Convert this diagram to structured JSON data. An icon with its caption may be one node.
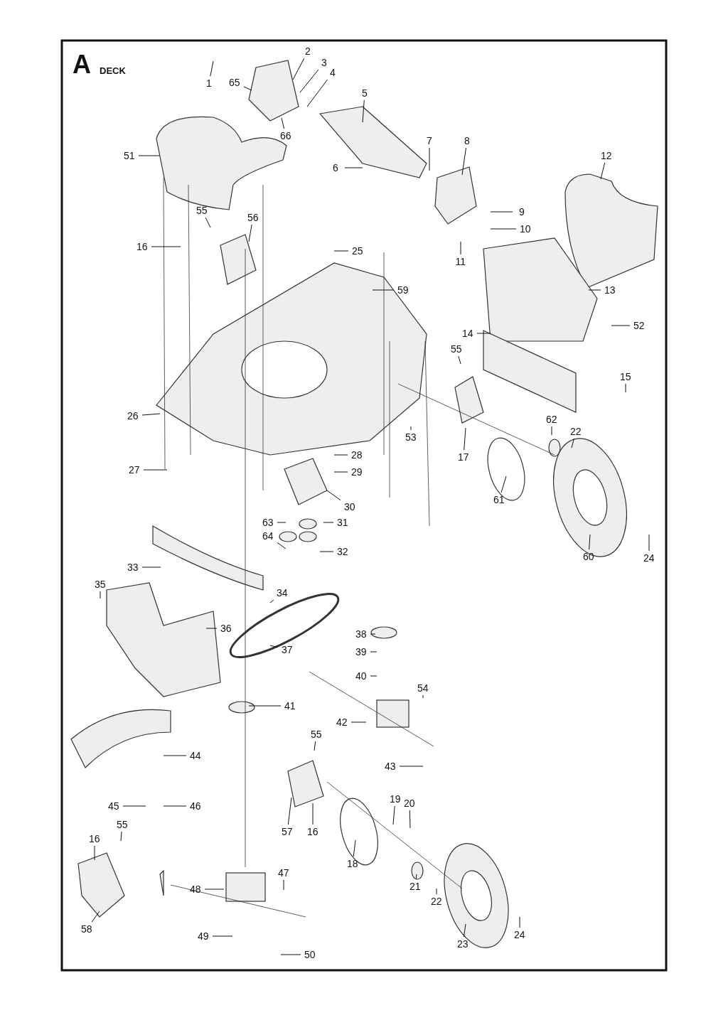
{
  "diagram": {
    "title": "DECK",
    "labels": [
      "A"
    ],
    "nodes": [
      {
        "text": [
          "2"
        ]
      },
      {
        "text": [
          "3"
        ]
      },
      {
        "text": [
          "4"
        ]
      },
      {
        "text": [
          "65"
        ]
      },
      {
        "text": [
          "1"
        ]
      },
      {
        "text": [
          "5"
        ]
      },
      {
        "text": [
          "66"
        ]
      },
      {
        "text": [
          "7"
        ]
      },
      {
        "text": [
          "8"
        ]
      },
      {
        "text": [
          "51"
        ]
      },
      {
        "text": [
          "12"
        ]
      },
      {
        "text": [
          "6"
        ]
      },
      {
        "text": [
          "55"
        ]
      },
      {
        "text": [
          "9"
        ]
      },
      {
        "text": [
          "56"
        ]
      },
      {
        "text": [
          "10"
        ]
      },
      {
        "text": [
          "16"
        ]
      },
      {
        "text": [
          "25"
        ]
      },
      {
        "text": [
          "11"
        ]
      },
      {
        "text": [
          "59"
        ]
      },
      {
        "text": [
          "13"
        ]
      },
      {
        "text": [
          "52"
        ]
      },
      {
        "text": [
          "14"
        ]
      },
      {
        "text": [
          "55"
        ]
      },
      {
        "text": [
          "15"
        ]
      },
      {
        "text": [
          "26"
        ]
      },
      {
        "text": [
          "62"
        ]
      },
      {
        "text": [
          "22"
        ]
      },
      {
        "text": [
          "53"
        ]
      },
      {
        "text": [
          "28"
        ]
      },
      {
        "text": [
          "17"
        ]
      },
      {
        "text": [
          "29"
        ]
      },
      {
        "text": [
          "27"
        ]
      },
      {
        "text": [
          "61"
        ]
      },
      {
        "text": [
          "30"
        ]
      },
      {
        "text": [
          "63"
        ]
      },
      {
        "text": [
          "31"
        ]
      },
      {
        "text": [
          "64"
        ]
      },
      {
        "text": [
          "32"
        ]
      },
      {
        "text": [
          "60"
        ]
      },
      {
        "text": [
          "24"
        ]
      },
      {
        "text": [
          "33"
        ]
      },
      {
        "text": [
          "35"
        ]
      },
      {
        "text": [
          "34"
        ]
      },
      {
        "text": [
          "36"
        ]
      },
      {
        "text": [
          "38"
        ]
      },
      {
        "text": [
          "37"
        ]
      },
      {
        "text": [
          "39"
        ]
      },
      {
        "text": [
          "40"
        ]
      },
      {
        "text": [
          "54"
        ]
      },
      {
        "text": [
          "41"
        ]
      },
      {
        "text": [
          "42"
        ]
      },
      {
        "text": [
          "55"
        ]
      },
      {
        "text": [
          "44"
        ]
      },
      {
        "text": [
          "43"
        ]
      },
      {
        "text": [
          "19"
        ]
      },
      {
        "text": [
          "20"
        ]
      },
      {
        "text": [
          "45"
        ]
      },
      {
        "text": [
          "46"
        ]
      },
      {
        "text": [
          "55"
        ]
      },
      {
        "text": [
          "57"
        ]
      },
      {
        "text": [
          "16"
        ]
      },
      {
        "text": [
          "16"
        ]
      },
      {
        "text": [
          "18"
        ]
      },
      {
        "text": [
          "47"
        ]
      },
      {
        "text": [
          "21"
        ]
      },
      {
        "text": [
          "48"
        ]
      },
      {
        "text": [
          "22"
        ]
      },
      {
        "text": [
          "58"
        ]
      },
      {
        "text": [
          "24"
        ]
      },
      {
        "text": [
          "49"
        ]
      },
      {
        "text": [
          "23"
        ]
      },
      {
        "text": [
          "50"
        ]
      }
    ],
    "edges": [
      {
        "from": 0,
        "to": null,
        "arrow": "none"
      },
      {
        "from": 1,
        "to": null,
        "arrow": "none"
      },
      {
        "from": 2,
        "to": null,
        "arrow": "none"
      },
      {
        "from": 3,
        "to": null,
        "arrow": "none"
      },
      {
        "from": 4,
        "to": null,
        "arrow": "none"
      },
      {
        "from": 5,
        "to": null,
        "arrow": "none"
      },
      {
        "from": 6,
        "to": null,
        "arrow": "none"
      },
      {
        "from": 7,
        "to": null,
        "arrow": "none"
      },
      {
        "from": 8,
        "to": null,
        "arrow": "none"
      },
      {
        "from": 9,
        "to": null,
        "arrow": "none"
      },
      {
        "from": 10,
        "to": null,
        "arrow": "none"
      },
      {
        "from": 11,
        "to": null,
        "arrow": "none"
      },
      {
        "from": 12,
        "to": null,
        "arrow": "none"
      },
      {
        "from": 13,
        "to": null,
        "arrow": "none"
      },
      {
        "from": 14,
        "to": null,
        "arrow": "none"
      },
      {
        "from": 15,
        "to": null,
        "arrow": "none"
      },
      {
        "from": 16,
        "to": null,
        "arrow": "none"
      },
      {
        "from": 17,
        "to": null,
        "arrow": "none"
      },
      {
        "from": 18,
        "to": null,
        "arrow": "none"
      },
      {
        "from": 19,
        "to": null,
        "arrow": "none"
      },
      {
        "from": 20,
        "to": null,
        "arrow": "none"
      },
      {
        "from": 21,
        "to": null,
        "arrow": "none"
      },
      {
        "from": 22,
        "to": null,
        "arrow": "none"
      },
      {
        "from": 23,
        "to": null,
        "arrow": "none"
      },
      {
        "from": 24,
        "to": null,
        "arrow": "none"
      },
      {
        "from": 25,
        "to": null,
        "arrow": "none"
      },
      {
        "from": 26,
        "to": null,
        "arrow": "none"
      },
      {
        "from": 27,
        "to": null,
        "arrow": "none"
      },
      {
        "from": 28,
        "to": null,
        "arrow": "none"
      },
      {
        "from": 29,
        "to": null,
        "arrow": "none"
      },
      {
        "from": 30,
        "to": null,
        "arrow": "none"
      },
      {
        "from": 31,
        "to": null,
        "arrow": "none"
      },
      {
        "from": 32,
        "to": null,
        "arrow": "none"
      },
      {
        "from": 33,
        "to": null,
        "arrow": "none"
      },
      {
        "from": 34,
        "to": null,
        "arrow": "none"
      },
      {
        "from": 35,
        "to": null,
        "arrow": "none"
      },
      {
        "from": 36,
        "to": null,
        "arrow": "none"
      },
      {
        "from": 37,
        "to": null,
        "arrow": "none"
      },
      {
        "from": 38,
        "to": null,
        "arrow": "none"
      },
      {
        "from": 39,
        "to": null,
        "arrow": "none"
      },
      {
        "from": 40,
        "to": null,
        "arrow": "none"
      },
      {
        "from": 41,
        "to": null,
        "arrow": "none"
      },
      {
        "from": 42,
        "to": null,
        "arrow": "none"
      },
      {
        "from": 43,
        "to": null,
        "arrow": "none"
      },
      {
        "from": 44,
        "to": null,
        "arrow": "none"
      },
      {
        "from": 45,
        "to": null,
        "arrow": "none"
      },
      {
        "from": 46,
        "to": null,
        "arrow": "none"
      },
      {
        "from": 47,
        "to": null,
        "arrow": "none"
      },
      {
        "from": 48,
        "to": null,
        "arrow": "none"
      },
      {
        "from": 49,
        "to": null,
        "arrow": "none"
      },
      {
        "from": 50,
        "to": null,
        "arrow": "none"
      },
      {
        "from": 51,
        "to": null,
        "arrow": "none"
      },
      {
        "from": 52,
        "to": null,
        "arrow": "none"
      },
      {
        "from": 53,
        "to": null,
        "arrow": "none"
      },
      {
        "from": 54,
        "to": null,
        "arrow": "none"
      },
      {
        "from": 55,
        "to": null,
        "arrow": "none"
      },
      {
        "from": 56,
        "to": null,
        "arrow": "none"
      },
      {
        "from": 57,
        "to": null,
        "arrow": "none"
      },
      {
        "from": 58,
        "to": null,
        "arrow": "none"
      },
      {
        "from": 59,
        "to": null,
        "arrow": "none"
      },
      {
        "from": 60,
        "to": null,
        "arrow": "none"
      },
      {
        "from": 61,
        "to": null,
        "arrow": "none"
      },
      {
        "from": 62,
        "to": null,
        "arrow": "none"
      },
      {
        "from": 63,
        "to": null,
        "arrow": "none"
      },
      {
        "from": 64,
        "to": null,
        "arrow": "none"
      },
      {
        "from": 65,
        "to": null,
        "arrow": "none"
      },
      {
        "from": 66,
        "to": null,
        "arrow": "none"
      },
      {
        "from": 67,
        "to": null,
        "arrow": "none"
      },
      {
        "from": 68,
        "to": null,
        "arrow": "none"
      },
      {
        "from": 69,
        "to": null,
        "arrow": "none"
      },
      {
        "from": 70,
        "to": null,
        "arrow": "none"
      },
      {
        "from": 71,
        "to": null,
        "arrow": "none"
      },
      {
        "from": 72,
        "to": null,
        "arrow": "none"
      }
    ]
  }
}
